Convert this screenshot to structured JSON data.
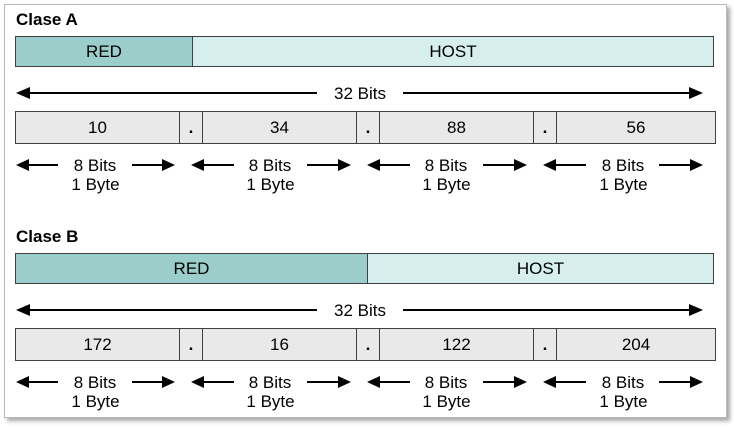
{
  "classes": [
    {
      "title": "Clase A",
      "network_label": "RED",
      "host_label": "HOST",
      "total_bits_label": "32 Bits",
      "octets": [
        "10",
        "34",
        "88",
        "56"
      ],
      "separator": ".",
      "bits_label": "8 Bits",
      "byte_label": "1 Byte",
      "network_octets": 1
    },
    {
      "title": "Clase B",
      "network_label": "RED",
      "host_label": "HOST",
      "total_bits_label": "32 Bits",
      "octets": [
        "172",
        "16",
        "122",
        "204"
      ],
      "separator": ".",
      "bits_label": "8 Bits",
      "byte_label": "1 Byte",
      "network_octets": 2
    }
  ],
  "colors": {
    "network": "#9bcdcb",
    "host": "#d6eeee",
    "octet": "#e9e9e9"
  }
}
